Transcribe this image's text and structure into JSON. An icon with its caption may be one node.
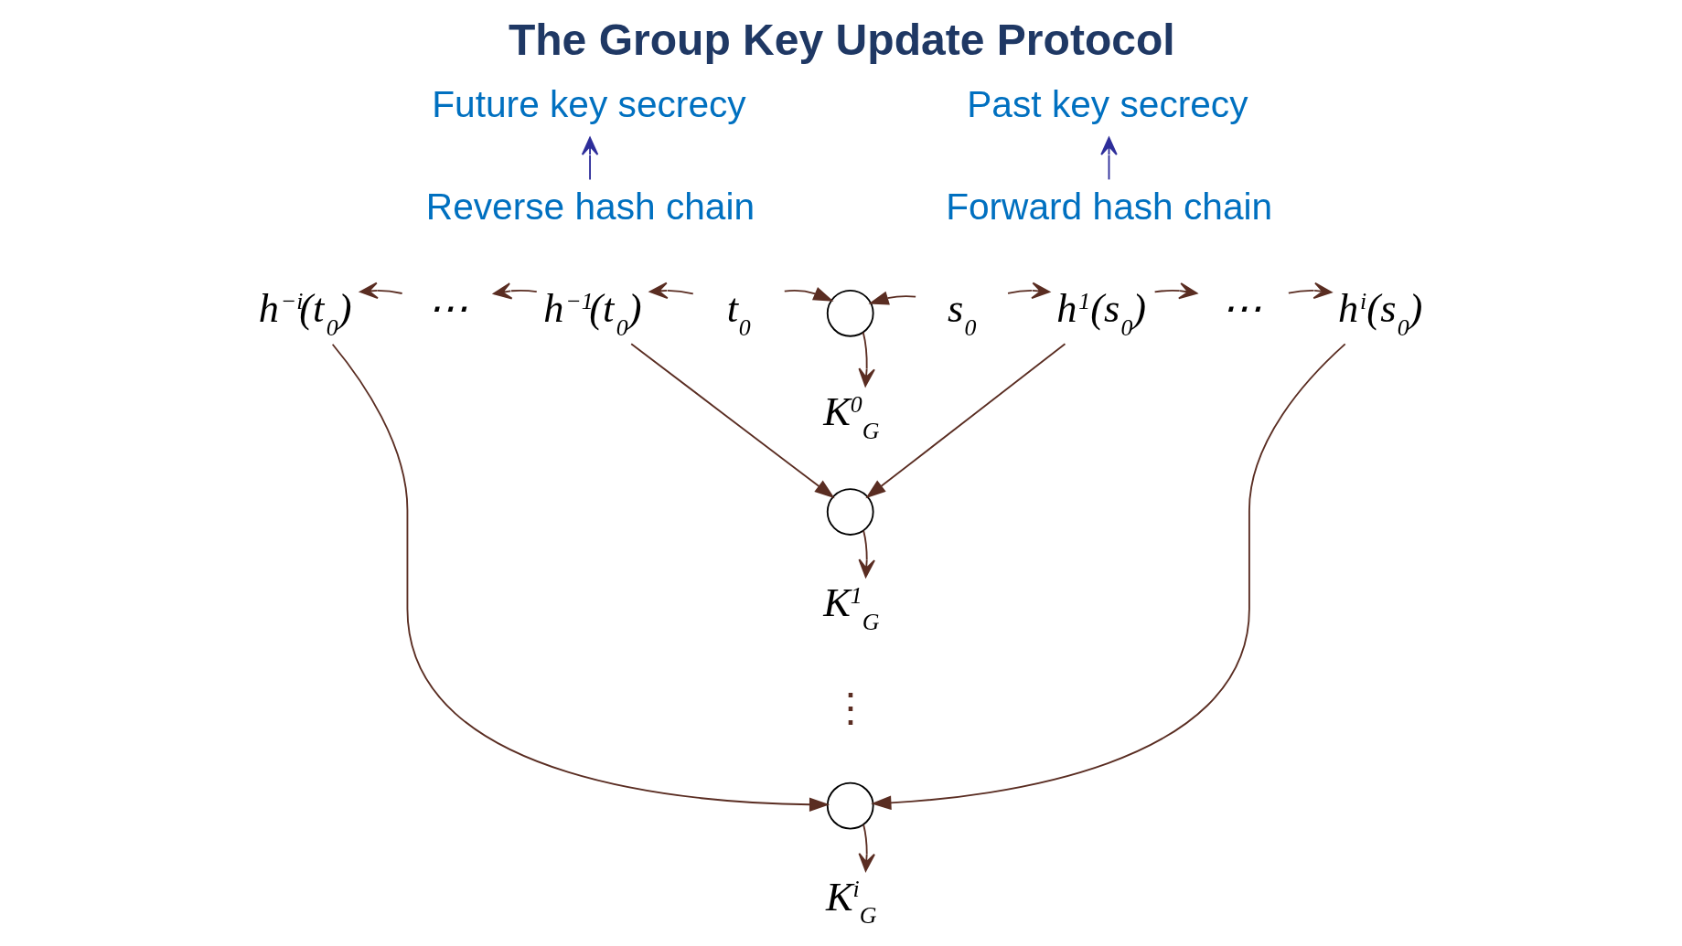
{
  "diagram": {
    "title": "The Group Key Update Protocol",
    "nodes": [
      {
        "text": [
          "Future key secrecy"
        ]
      },
      {
        "text": [
          "Past key secrecy"
        ]
      },
      {
        "text": [
          "Reverse hash chain"
        ]
      },
      {
        "text": [
          "Forward hash chain"
        ]
      },
      {
        "text": [
          "h$^{−i}$(t$_{0}$)"
        ]
      },
      {
        "text": [
          "⋯"
        ]
      },
      {
        "text": [
          "h$^{−1}$(t$_{0}$)"
        ]
      },
      {
        "text": [
          "t$_{0}$"
        ]
      },
      {
        "text": [],
        "shape": "circle"
      },
      {
        "text": [
          "s$_{0}$"
        ]
      },
      {
        "text": [
          "h$^{1}$(s$_{0}$)"
        ]
      },
      {
        "text": [
          "⋯"
        ]
      },
      {
        "text": [
          "h$^{i}$(s$_{0}$)"
        ]
      },
      {
        "text": [
          "K$^{0}$$_{G}$"
        ]
      },
      {
        "text": [],
        "shape": "circle"
      },
      {
        "text": [
          "K$^{1}$$_{G}$"
        ]
      },
      {
        "text": [],
        "shape": "circle"
      },
      {
        "text": [
          "K$^{i}$$_{G}$"
        ]
      }
    ],
    "edges": [
      {
        "from": 2,
        "to": 0,
        "arrow": "to",
        "color": "#2e2e9a"
      },
      {
        "from": 3,
        "to": 1,
        "arrow": "to",
        "color": "#2e2e9a"
      },
      {
        "from": 7,
        "to": 6,
        "arrow": "to"
      },
      {
        "from": 6,
        "to": 5,
        "arrow": "to"
      },
      {
        "from": 5,
        "to": 4,
        "arrow": "to"
      },
      {
        "from": 7,
        "to": 8,
        "arrow": "to"
      },
      {
        "from": 9,
        "to": 8,
        "arrow": "to"
      },
      {
        "from": 9,
        "to": 10,
        "arrow": "to"
      },
      {
        "from": 10,
        "to": 11,
        "arrow": "to"
      },
      {
        "from": 11,
        "to": 12,
        "arrow": "to"
      },
      {
        "from": 8,
        "to": 13,
        "arrow": "to"
      },
      {
        "from": 6,
        "to": 14,
        "arrow": "to"
      },
      {
        "from": 10,
        "to": 14,
        "arrow": "to"
      },
      {
        "from": 14,
        "to": 15,
        "arrow": "to"
      },
      {
        "from": 4,
        "to": 16,
        "arrow": "to"
      },
      {
        "from": 12,
        "to": 16,
        "arrow": "to"
      },
      {
        "from": 16,
        "to": 17,
        "arrow": "to"
      }
    ],
    "labels": [
      "⋮"
    ]
  }
}
